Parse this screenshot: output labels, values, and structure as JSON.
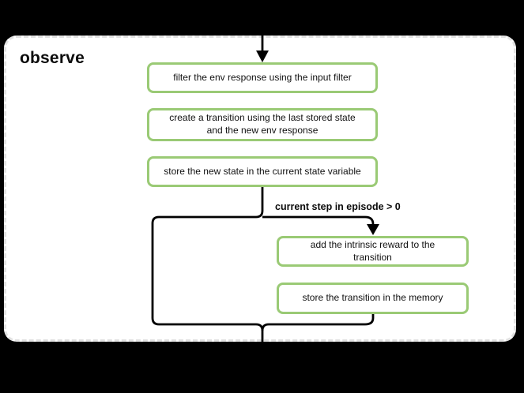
{
  "panel": {
    "title": "observe"
  },
  "colors": {
    "background": "#000000",
    "panel_fill": "#ffffff",
    "panel_dash_border": "#e2e2e2",
    "node_border": "#9aca75",
    "node_fill": "#ffffff",
    "line": "#000000",
    "text": "#111111"
  },
  "flow": {
    "main_steps": [
      {
        "label": "filter the env response using the input filter"
      },
      {
        "label": "create a transition using the last stored state and the new env response"
      },
      {
        "label": "store the new state in the current state variable"
      }
    ],
    "condition_label": "current step in episode > 0",
    "branch_steps": [
      {
        "label": "add the intrinsic reward to the transition"
      },
      {
        "label": "store the transition in the memory"
      }
    ]
  }
}
